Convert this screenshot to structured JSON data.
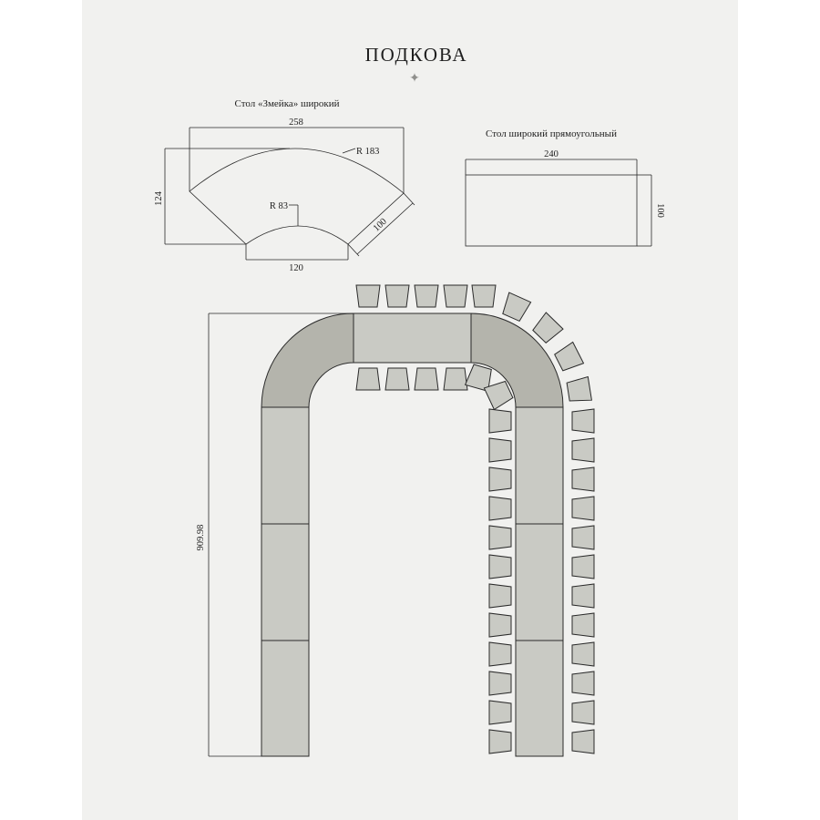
{
  "title": "ПОДКОВА",
  "ornament": "✦",
  "ornament_icon": "sparkle-icon",
  "snake_table": {
    "label": "Стол «Змейка» широкий",
    "width": "258",
    "height": "124",
    "outer_radius": "R 183",
    "inner_radius": "R 83",
    "depth": "100",
    "inner_chord": "120"
  },
  "rect_table": {
    "label": "Стол широкий прямоугольный",
    "width": "240",
    "depth": "100"
  },
  "horseshoe": {
    "length": "909.98"
  },
  "colors": {
    "page": "#f1f1ef",
    "table_fill": "#c9cac4",
    "arc_fill": "#b4b4ac",
    "chair_fill": "#c9cac4",
    "stroke": "#2a2a2a"
  }
}
